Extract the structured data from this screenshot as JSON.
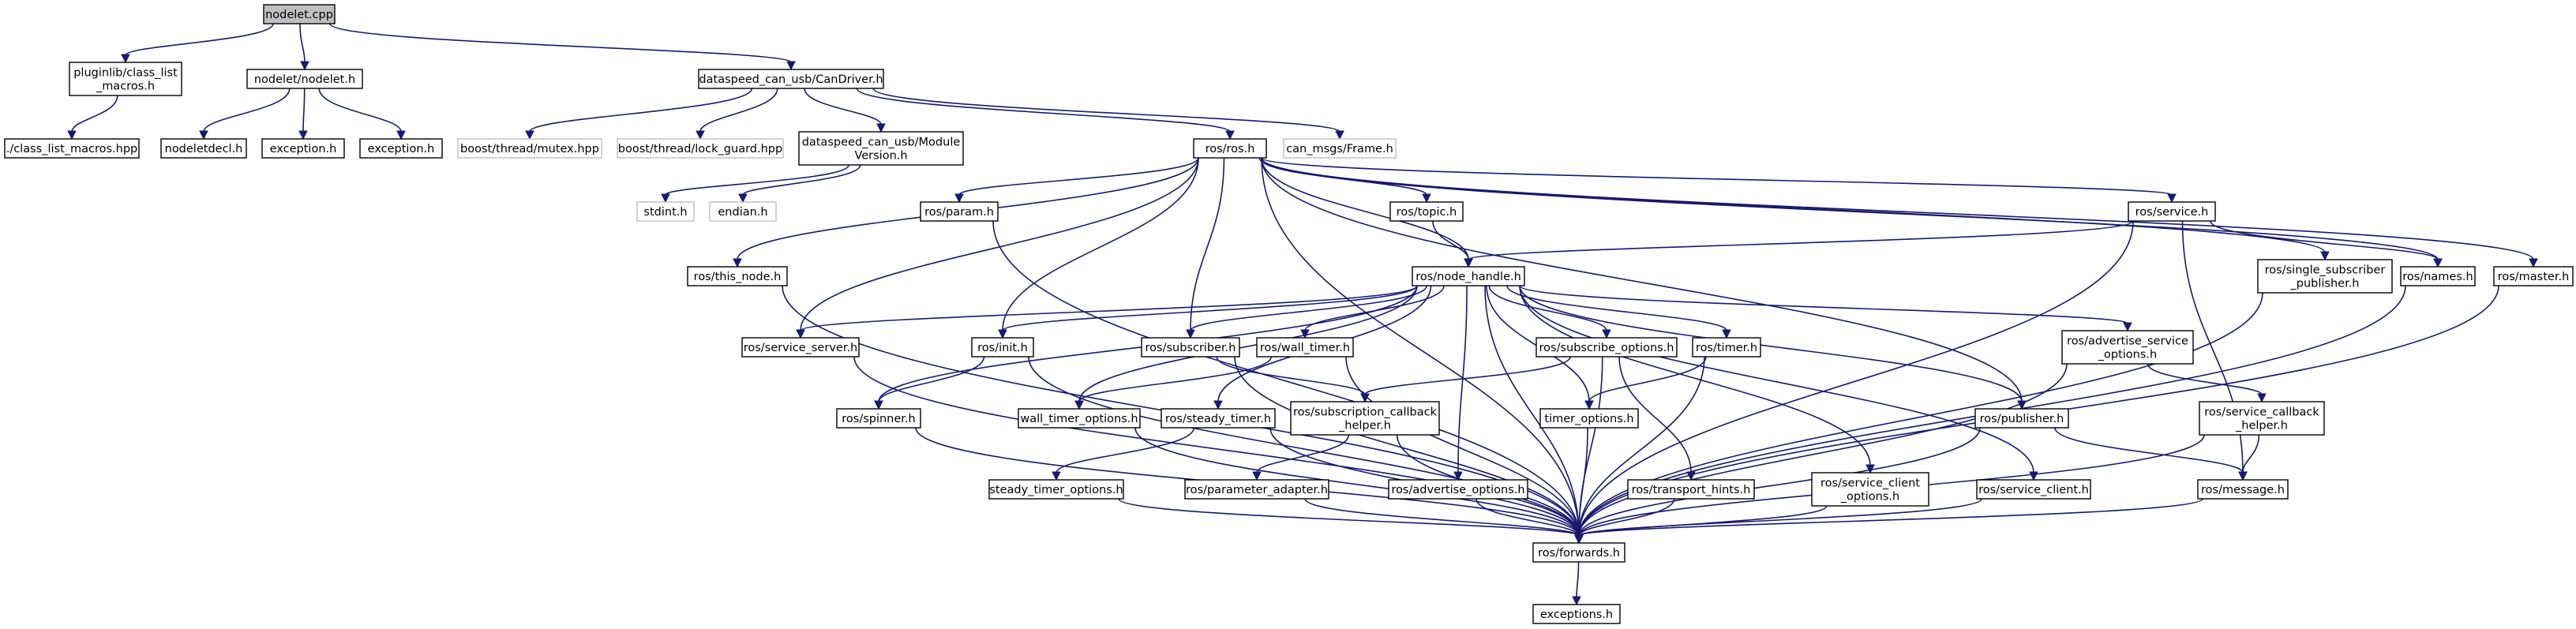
{
  "graph": {
    "type": "include-dependency-graph",
    "colors": {
      "edge": "#191970",
      "root_fill": "#bfbfbf",
      "node_border": "#000000",
      "external_border": "#bfbfbf"
    },
    "nodes": [
      {
        "id": "nodelet_cpp",
        "lines": [
          "nodelet.cpp"
        ],
        "kind": "root"
      },
      {
        "id": "pluginlib_class_list_macros_h",
        "lines": [
          "pluginlib/class_list",
          "_macros.h"
        ],
        "kind": "normal"
      },
      {
        "id": "class_list_macros_hpp",
        "lines": [
          "./class_list_macros.hpp"
        ],
        "kind": "normal"
      },
      {
        "id": "nodelet_nodelet_h",
        "lines": [
          "nodelet/nodelet.h"
        ],
        "kind": "normal"
      },
      {
        "id": "nodeletdecl_h",
        "lines": [
          "nodeletdecl.h"
        ],
        "kind": "normal"
      },
      {
        "id": "exception_h_1",
        "lines": [
          "exception.h"
        ],
        "kind": "normal"
      },
      {
        "id": "exception_h_2",
        "lines": [
          "exception.h"
        ],
        "kind": "normal"
      },
      {
        "id": "candriver_h",
        "lines": [
          "dataspeed_can_usb/CanDriver.h"
        ],
        "kind": "normal"
      },
      {
        "id": "boost_mutex_hpp",
        "lines": [
          "boost/thread/mutex.hpp"
        ],
        "kind": "external"
      },
      {
        "id": "boost_lock_guard_hpp",
        "lines": [
          "boost/thread/lock_guard.hpp"
        ],
        "kind": "external"
      },
      {
        "id": "module_version_h",
        "lines": [
          "dataspeed_can_usb/Module",
          "Version.h"
        ],
        "kind": "normal"
      },
      {
        "id": "ros_h",
        "lines": [
          "ros/ros.h"
        ],
        "kind": "normal"
      },
      {
        "id": "can_msgs_frame_h",
        "lines": [
          "can_msgs/Frame.h"
        ],
        "kind": "external"
      },
      {
        "id": "stdint_h",
        "lines": [
          "stdint.h"
        ],
        "kind": "external"
      },
      {
        "id": "endian_h",
        "lines": [
          "endian.h"
        ],
        "kind": "external"
      },
      {
        "id": "param_h",
        "lines": [
          "ros/param.h"
        ],
        "kind": "normal"
      },
      {
        "id": "topic_h",
        "lines": [
          "ros/topic.h"
        ],
        "kind": "normal"
      },
      {
        "id": "service_h",
        "lines": [
          "ros/service.h"
        ],
        "kind": "normal"
      },
      {
        "id": "this_node_h",
        "lines": [
          "ros/this_node.h"
        ],
        "kind": "normal"
      },
      {
        "id": "node_handle_h",
        "lines": [
          "ros/node_handle.h"
        ],
        "kind": "normal"
      },
      {
        "id": "single_sub_pub_h",
        "lines": [
          "ros/single_subscriber",
          "_publisher.h"
        ],
        "kind": "normal"
      },
      {
        "id": "names_h",
        "lines": [
          "ros/names.h"
        ],
        "kind": "normal"
      },
      {
        "id": "master_h",
        "lines": [
          "ros/master.h"
        ],
        "kind": "normal"
      },
      {
        "id": "service_server_h",
        "lines": [
          "ros/service_server.h"
        ],
        "kind": "normal"
      },
      {
        "id": "init_h",
        "lines": [
          "ros/init.h"
        ],
        "kind": "normal"
      },
      {
        "id": "subscriber_h",
        "lines": [
          "ros/subscriber.h"
        ],
        "kind": "normal"
      },
      {
        "id": "wall_timer_h",
        "lines": [
          "ros/wall_timer.h"
        ],
        "kind": "normal"
      },
      {
        "id": "subscribe_options_h",
        "lines": [
          "ros/subscribe_options.h"
        ],
        "kind": "normal"
      },
      {
        "id": "timer_h",
        "lines": [
          "ros/timer.h"
        ],
        "kind": "normal"
      },
      {
        "id": "advertise_service_options_h",
        "lines": [
          "ros/advertise_service",
          "_options.h"
        ],
        "kind": "normal"
      },
      {
        "id": "spinner_h",
        "lines": [
          "ros/spinner.h"
        ],
        "kind": "normal"
      },
      {
        "id": "wall_timer_options_h",
        "lines": [
          "wall_timer_options.h"
        ],
        "kind": "normal"
      },
      {
        "id": "steady_timer_h",
        "lines": [
          "ros/steady_timer.h"
        ],
        "kind": "normal"
      },
      {
        "id": "sub_callback_helper_h",
        "lines": [
          "ros/subscription_callback",
          "_helper.h"
        ],
        "kind": "normal"
      },
      {
        "id": "timer_options_h",
        "lines": [
          "timer_options.h"
        ],
        "kind": "normal"
      },
      {
        "id": "publisher_h",
        "lines": [
          "ros/publisher.h"
        ],
        "kind": "normal"
      },
      {
        "id": "service_callback_helper_h",
        "lines": [
          "ros/service_callback",
          "_helper.h"
        ],
        "kind": "normal"
      },
      {
        "id": "steady_timer_options_h",
        "lines": [
          "steady_timer_options.h"
        ],
        "kind": "normal"
      },
      {
        "id": "parameter_adapter_h",
        "lines": [
          "ros/parameter_adapter.h"
        ],
        "kind": "normal"
      },
      {
        "id": "advertise_options_h",
        "lines": [
          "ros/advertise_options.h"
        ],
        "kind": "normal"
      },
      {
        "id": "transport_hints_h",
        "lines": [
          "ros/transport_hints.h"
        ],
        "kind": "normal"
      },
      {
        "id": "service_client_options_h",
        "lines": [
          "ros/service_client",
          "_options.h"
        ],
        "kind": "normal"
      },
      {
        "id": "service_client_h",
        "lines": [
          "ros/service_client.h"
        ],
        "kind": "normal"
      },
      {
        "id": "message_h",
        "lines": [
          "ros/message.h"
        ],
        "kind": "normal"
      },
      {
        "id": "forwards_h",
        "lines": [
          "ros/forwards.h"
        ],
        "kind": "normal"
      },
      {
        "id": "exceptions_h",
        "lines": [
          "exceptions.h"
        ],
        "kind": "normal"
      }
    ],
    "edges": [
      [
        "nodelet_cpp",
        "pluginlib_class_list_macros_h"
      ],
      [
        "nodelet_cpp",
        "nodelet_nodelet_h"
      ],
      [
        "nodelet_cpp",
        "candriver_h"
      ],
      [
        "pluginlib_class_list_macros_h",
        "class_list_macros_hpp"
      ],
      [
        "nodelet_nodelet_h",
        "nodeletdecl_h"
      ],
      [
        "nodelet_nodelet_h",
        "exception_h_1"
      ],
      [
        "nodelet_nodelet_h",
        "exception_h_2"
      ],
      [
        "candriver_h",
        "boost_mutex_hpp"
      ],
      [
        "candriver_h",
        "boost_lock_guard_hpp"
      ],
      [
        "candriver_h",
        "module_version_h"
      ],
      [
        "candriver_h",
        "ros_h"
      ],
      [
        "candriver_h",
        "can_msgs_frame_h"
      ],
      [
        "module_version_h",
        "stdint_h"
      ],
      [
        "module_version_h",
        "endian_h"
      ],
      [
        "ros_h",
        "param_h"
      ],
      [
        "ros_h",
        "topic_h"
      ],
      [
        "ros_h",
        "service_h"
      ],
      [
        "ros_h",
        "this_node_h"
      ],
      [
        "ros_h",
        "node_handle_h"
      ],
      [
        "ros_h",
        "single_sub_pub_h"
      ],
      [
        "ros_h",
        "names_h"
      ],
      [
        "ros_h",
        "master_h"
      ],
      [
        "ros_h",
        "service_server_h"
      ],
      [
        "ros_h",
        "init_h"
      ],
      [
        "ros_h",
        "subscriber_h"
      ],
      [
        "ros_h",
        "publisher_h"
      ],
      [
        "ros_h",
        "forwards_h"
      ],
      [
        "param_h",
        "forwards_h"
      ],
      [
        "topic_h",
        "node_handle_h"
      ],
      [
        "service_h",
        "node_handle_h"
      ],
      [
        "service_h",
        "names_h"
      ],
      [
        "service_h",
        "message_h"
      ],
      [
        "service_h",
        "forwards_h"
      ],
      [
        "this_node_h",
        "forwards_h"
      ],
      [
        "single_sub_pub_h",
        "forwards_h"
      ],
      [
        "names_h",
        "forwards_h"
      ],
      [
        "master_h",
        "forwards_h"
      ],
      [
        "node_handle_h",
        "service_server_h"
      ],
      [
        "node_handle_h",
        "init_h"
      ],
      [
        "node_handle_h",
        "subscriber_h"
      ],
      [
        "node_handle_h",
        "wall_timer_h"
      ],
      [
        "node_handle_h",
        "subscribe_options_h"
      ],
      [
        "node_handle_h",
        "timer_h"
      ],
      [
        "node_handle_h",
        "advertise_service_options_h"
      ],
      [
        "node_handle_h",
        "spinner_h"
      ],
      [
        "node_handle_h",
        "wall_timer_options_h"
      ],
      [
        "node_handle_h",
        "steady_timer_h"
      ],
      [
        "node_handle_h",
        "timer_options_h"
      ],
      [
        "node_handle_h",
        "advertise_options_h"
      ],
      [
        "node_handle_h",
        "service_client_options_h"
      ],
      [
        "node_handle_h",
        "service_client_h"
      ],
      [
        "node_handle_h",
        "publisher_h"
      ],
      [
        "node_handle_h",
        "forwards_h"
      ],
      [
        "service_server_h",
        "forwards_h"
      ],
      [
        "init_h",
        "spinner_h"
      ],
      [
        "init_h",
        "forwards_h"
      ],
      [
        "subscriber_h",
        "sub_callback_helper_h"
      ],
      [
        "subscriber_h",
        "forwards_h"
      ],
      [
        "wall_timer_h",
        "wall_timer_options_h"
      ],
      [
        "wall_timer_h",
        "forwards_h"
      ],
      [
        "subscribe_options_h",
        "sub_callback_helper_h"
      ],
      [
        "subscribe_options_h",
        "transport_hints_h"
      ],
      [
        "subscribe_options_h",
        "forwards_h"
      ],
      [
        "timer_h",
        "timer_options_h"
      ],
      [
        "timer_h",
        "forwards_h"
      ],
      [
        "advertise_service_options_h",
        "service_callback_helper_h"
      ],
      [
        "advertise_service_options_h",
        "forwards_h"
      ],
      [
        "spinner_h",
        "forwards_h"
      ],
      [
        "wall_timer_options_h",
        "forwards_h"
      ],
      [
        "steady_timer_h",
        "steady_timer_options_h"
      ],
      [
        "steady_timer_h",
        "forwards_h"
      ],
      [
        "sub_callback_helper_h",
        "parameter_adapter_h"
      ],
      [
        "sub_callback_helper_h",
        "forwards_h"
      ],
      [
        "timer_options_h",
        "forwards_h"
      ],
      [
        "publisher_h",
        "message_h"
      ],
      [
        "publisher_h",
        "forwards_h"
      ],
      [
        "service_callback_helper_h",
        "message_h"
      ],
      [
        "service_callback_helper_h",
        "forwards_h"
      ],
      [
        "steady_timer_options_h",
        "forwards_h"
      ],
      [
        "parameter_adapter_h",
        "forwards_h"
      ],
      [
        "advertise_options_h",
        "forwards_h"
      ],
      [
        "transport_hints_h",
        "forwards_h"
      ],
      [
        "service_client_options_h",
        "forwards_h"
      ],
      [
        "service_client_h",
        "forwards_h"
      ],
      [
        "message_h",
        "forwards_h"
      ],
      [
        "forwards_h",
        "exceptions_h"
      ]
    ]
  }
}
